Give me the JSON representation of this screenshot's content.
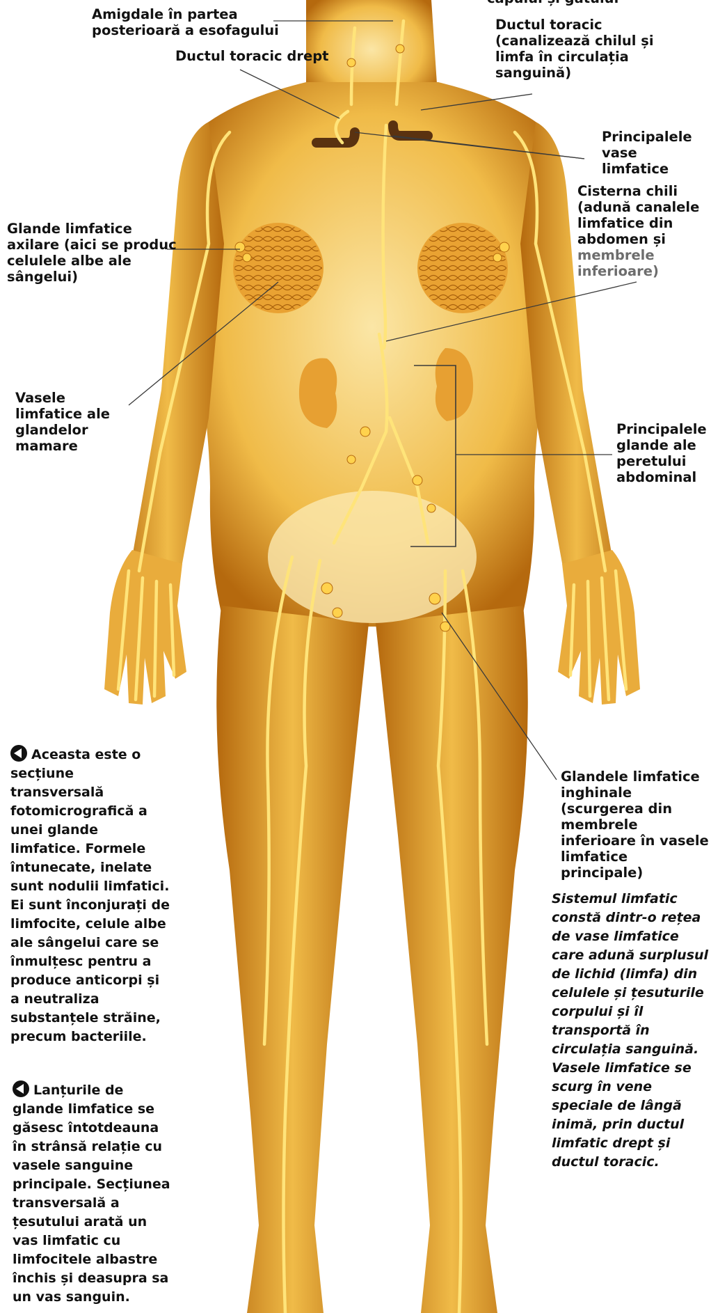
{
  "colors": {
    "skin_light": "#fbe6a6",
    "skin_mid": "#f0bb48",
    "skin_dark": "#b5690e",
    "vessel": "#ffe47a",
    "node": "#ffd24d",
    "kidney": "#e7a032",
    "vein_dark": "#5a3210",
    "leader": "#3a3a3a"
  },
  "labels": {
    "top_cut": "capului și gâtului",
    "amigdale": "Amigdale în partea\nposterioară a esofagului",
    "ductul_toracic": "Ductul toracic\n(canalizează chilul și\nlimfa în circulația\nsanguină)",
    "ductul_drept": "Ductul toracic drept",
    "vase_principale": "Principalele\nvase\nlimfatice",
    "cisterna_top": "Cisterna chili\n(adună canalele\nlimfatice din\nabdomen și",
    "cisterna_bottom": "membrele\ninferioare)",
    "axilare": "Glande limfatice\naxilare (aici se produc\ncelulele albe ale\nsângelui)",
    "mamare": "Vasele\nlimfatice ale\nglandelor\nmamare",
    "abdominal": "Principalele\nglande ale\nperetului\nabdominal",
    "inghinale": "Glandele limfatice\ninghinale\n(scurgerea din\nmembrele\ninferioare în vasele\nlimfatice principale)"
  },
  "captions": {
    "left_top": "Aceasta este o\nsecțiune transversală\nfotomicrografică a\nunei glande\nlimfatice. Formele\nîntunecate, inelate\nsunt nodulii limfatici.\nEi sunt înconjurați de\nlimfocite, celule albe\nale sângelui care se\nînmulțesc pentru a\nproduce anticorpi și\na neutraliza\nsubstanțele străine,\nprecum bacteriile.",
    "left_bottom": "Lanțurile de\nglande limfatice se\ngăsesc întotdeauna\nîn strânsă relație cu\nvasele sanguine\nprincipale. Secțiunea\ntransversală a\nțesutului arată un\nvas limfatic cu\nlimfocitele albastre\nînchis și deasupra sa\nun vas sanguin.",
    "right": "Sistemul limfatic\nconstă dintr-o rețea\nde vase limfatice\ncare adună surplusul\nde lichid (limfa) din\ncelulele și țesuturile\ncorpului și îl\ntransportă în\ncirculația sanguină.\nVasele limfatice se\nscurg în vene\nspeciale de lângă\ninimă, prin ductul\nlimfatic drept și\nductul toracic."
  },
  "icons": {
    "left_top": "left-arrow-circle-icon",
    "left_bottom": "left-arrow-circle-icon"
  }
}
